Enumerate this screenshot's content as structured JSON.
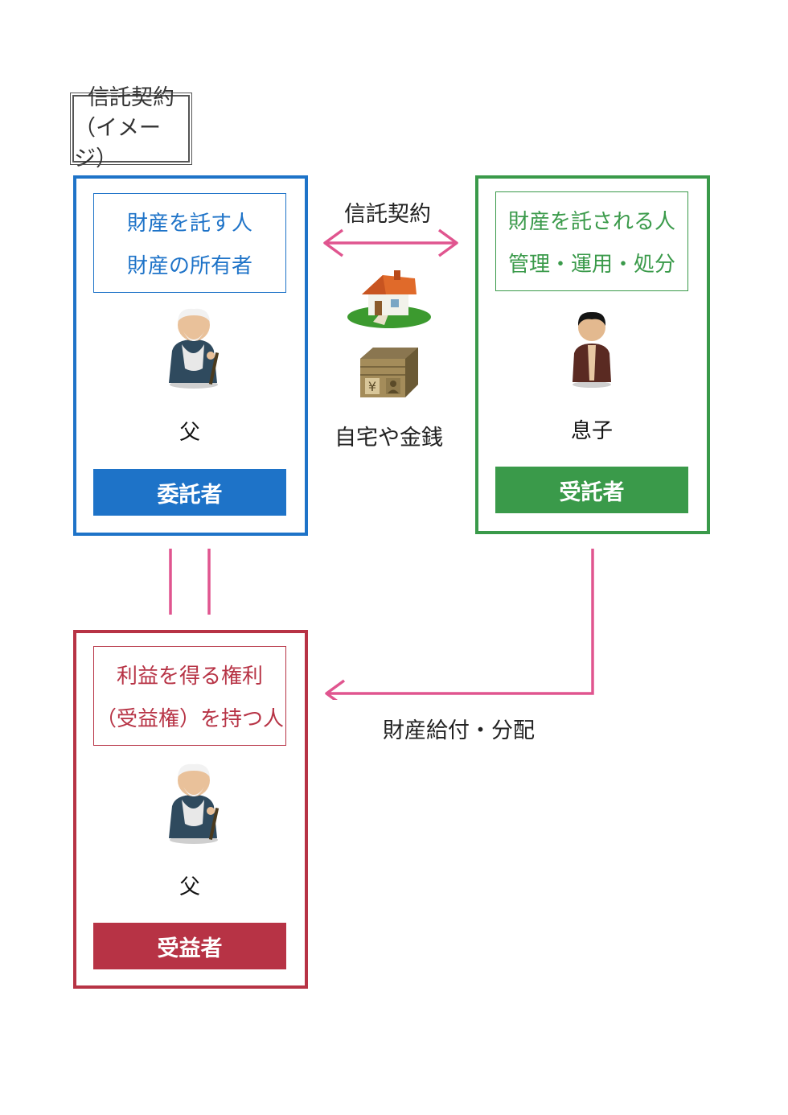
{
  "title": {
    "line1": "信託契約",
    "line2": "（イメージ）"
  },
  "settlor": {
    "desc_line1": "財産を託す人",
    "desc_line2": "財産の所有者",
    "person": "父",
    "role": "委託者"
  },
  "trustee": {
    "desc_line1": "財産を託される人",
    "desc_line2": "管理・運用・処分",
    "person": "息子",
    "role": "受託者"
  },
  "beneficiary": {
    "desc_line1": "利益を得る権利",
    "desc_line2": "（受益権）を持つ人",
    "person": "父",
    "role": "受益者"
  },
  "center": {
    "contract_label": "信託契約",
    "property_label": "自宅や金銭"
  },
  "flow": {
    "distribution_label": "財産給付・分配"
  },
  "colors": {
    "settlor": "#1e73c8",
    "trustee": "#3a9a4a",
    "beneficiary": "#b73345",
    "arrow": "#e0558f"
  }
}
